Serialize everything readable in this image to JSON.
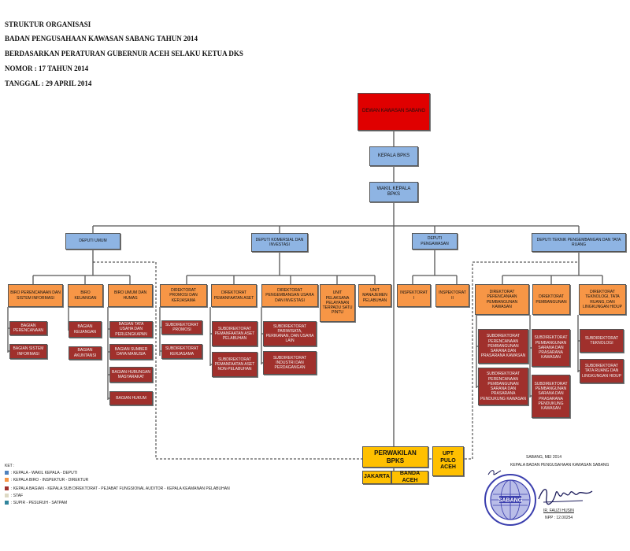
{
  "header": {
    "line1": "STRUKTUR ORGANISASI",
    "line2": "BADAN PENGUSAHAAN KAWASAN SABANG TAHUN 2014",
    "line3": "BERDASARKAN PERATURAN GUBERNUR ACEH SELAKU KETUA DKS",
    "line4": "NOMOR      : 17 TAHUN 2014",
    "line5": "TANGGAL  : 29 APRIL 2014"
  },
  "top": {
    "dewan": "DEWAN KAWASAN SABANG",
    "kepala": "KEPALA BPKS",
    "wakil": "WAKIL KEPALA BPKS"
  },
  "deputies": {
    "umum": "DEPUTI UMUM",
    "komersial": "DEPUTI KOMERSIAL DAN INVESTASI",
    "pengawasan": "DEPUTI PENGAWASAN",
    "teknik": "DEPUTI TEKNIK PENGEMBANGAN DAN TATA RUANG"
  },
  "biro": {
    "perencanaan": "BIRO PERENCANAAN DAN SISTEM INFORMASI",
    "keuangan": "BIRO KEUANGAN",
    "umum": "BIRO UMUM DAN HUMAS"
  },
  "bagian": {
    "perencanaan": "BAGIAN PERENCANAAN",
    "sistem_informasi": "BAGIAN SISTEM INFORMASI",
    "keuangan": "BAGIAN KEUANGAN",
    "akuntansi": "BAGIAN AKUNTANSI",
    "tata_usaha": "BAGIAN TATA USAHA DAN PERLENGKAPAN",
    "sdm": "BAGIAN SUMBER DAYA MANUSIA",
    "hubungan": "BAGIAN HUBUNGAN MASYARAKAT",
    "hukum": "BAGIAN HUKUM"
  },
  "komersial": {
    "dir_promosi": "DIREKTORAT PROMOSI DAN KERJASAMA",
    "dir_pemanfaatan": "DIREKTORAT PEMANFAATAN ASET",
    "dir_pengembangan": "DIREKTORAT PENGEMBANGAN USAHA DAN INVESTASI",
    "upt_terpadu": "UNIT PELAKSANA PELAYANAN TERPADU SATU PINTU",
    "unit_manajemen": "UNIT MANAJEMEN PELABUHAN",
    "sub_promosi": "SUBDIREKTORAT PROMOSI",
    "sub_kerjasama": "SUBDIREKTORAT KERJASAMA",
    "sub_aset_pelabuhan": "SUBDIREKTORAT PEMANFAATAN ASET PELABUHAN",
    "sub_aset_non": "SUBDIREKTORAT PEMANFAATAN ASET NON-PELABUHAN",
    "sub_pariwisata": "SUBDIREKTORAT PARIWISATA, PERIKANAN, DAN USAHA LAIN",
    "sub_industri": "SUBDIREKTORAT INDUSTRI DAN PERDAGANGAN"
  },
  "pengawasan": {
    "insp1": "INSPEKTORAT I",
    "insp2": "INSPEKTORAT II"
  },
  "teknik": {
    "dir_perencanaan": "DIREKTORAT PERENCANAAN PEMBANGUNAN KAWASAN",
    "dir_pembangunan": "DIREKTORAT PEMBANGUNAN",
    "dir_teknologi": "DIREKTORAT TEKNOLOGI, TATA RUANG, DAN LINGKUNGAN HIDUP",
    "sub_perencanaan_1": "SUBDIREKTORAT PERENCANAAN PEMBANGUNAN SARANA DAN PRASARANA KAWASAN",
    "sub_perencanaan_2": "SUBDIREKTORAT PERENCANAAN PEMBANGUNAN SARANA DAN PRASARANA PENDUKUNG KAWASAN",
    "sub_pembangunan_1": "SUBDIREKTORAT PEMBANGUNAN SARANA DAN PRASARANA KAWASAN",
    "sub_pembangunan_2": "SUBDIREKTORAT PEMBANGUNAN SARANA DAN PRASARANA PENDUKUNG KAWASAN",
    "sub_teknologi": "SUBDIREKTORAT TEKNOLOGI",
    "sub_tata_ruang": "SUBDIREKTORAT TATA RUANG DAN LINGKUNGAN HIDUP"
  },
  "perwakilan": {
    "title": "PERWAKILAN BPKS",
    "jakarta": "JAKARTA",
    "banda_aceh": "BANDA ACEH",
    "upt": "UPT PULO ACEH"
  },
  "key": {
    "title": "KET :",
    "items": [
      {
        "color": "#4f81bd",
        "label": ":   KEPALA - WAKIL KEPALA - DEPUTI"
      },
      {
        "color": "#f79646",
        "label": ":   KEPALA BIRO - INSPEKTUR - DIREKTUR"
      },
      {
        "color": "#a0302c",
        "label": ":   KEPALA BAGIAN - KEPALA SUB DIREKTORAT - PEJABAT FUNGSIONAL AUDITOR - KEPALA KEAMANAN PELABUHAN"
      },
      {
        "color": "#ddd9c4",
        "label": ":   STAF"
      },
      {
        "color": "#31859c",
        "label": ":   SUPIR - PESURUH - SATPAM"
      }
    ]
  },
  "signature": {
    "place_date": "SABANG,     MEI   2014",
    "title": "KEPALA BADAN PENGUSAHAAN KAWASAN SABANG",
    "name": "IR. FAUZI HUSIN",
    "nip": "NPP : 12.00254",
    "seal_text": "SABANG"
  },
  "colors": {
    "red": "#e00000",
    "blue": "#8eb4e3",
    "orange": "#f79646",
    "brown": "#a0302c",
    "yellow": "#ffc000",
    "seal": "#3b3fae"
  }
}
